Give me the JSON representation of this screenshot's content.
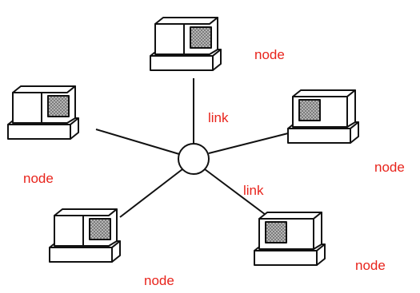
{
  "diagram": {
    "node_labels": [
      "node",
      "node",
      "node",
      "node",
      "node"
    ],
    "link_labels": [
      "link",
      "link"
    ]
  },
  "colors": {
    "label": "#e8241c",
    "line": "#111111",
    "screen_fill": "#bdbdbd",
    "background": "#ffffff"
  }
}
